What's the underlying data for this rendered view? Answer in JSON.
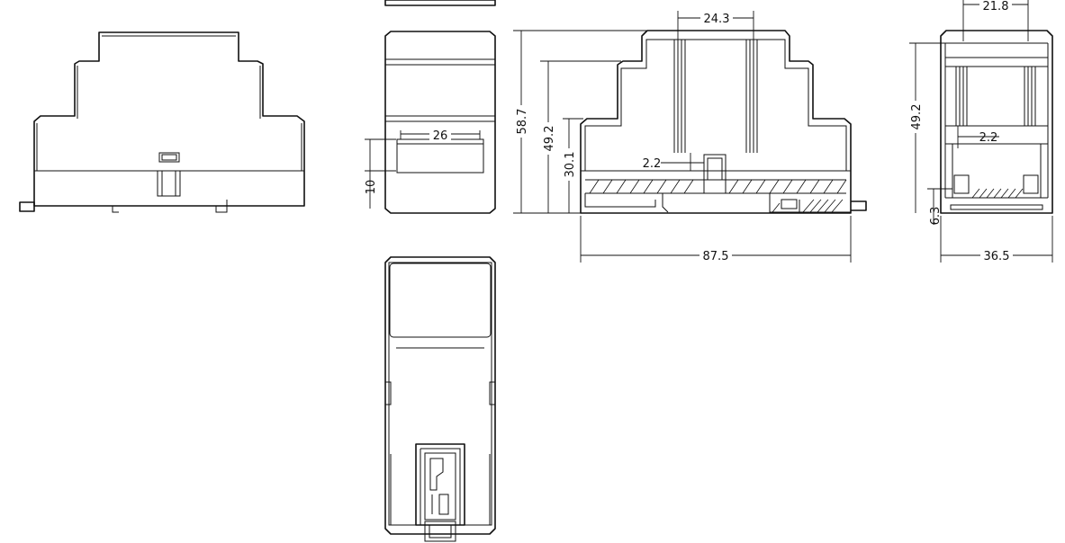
{
  "dimensions": {
    "d_24_3": "24.3",
    "d_21_8": "21.8",
    "d_58_7": "58.7",
    "d_49_2_side": "49.2",
    "d_30_1": "30.1",
    "d_2_2_section": "2.2",
    "d_87_5": "87.5",
    "d_26": "26",
    "d_10": "10",
    "d_49_2_end": "49.2",
    "d_2_2_end": "2.2",
    "d_6_3": "6.3",
    "d_36_5": "36.5"
  },
  "colors": {
    "line": "#111111",
    "background": "#ffffff"
  }
}
